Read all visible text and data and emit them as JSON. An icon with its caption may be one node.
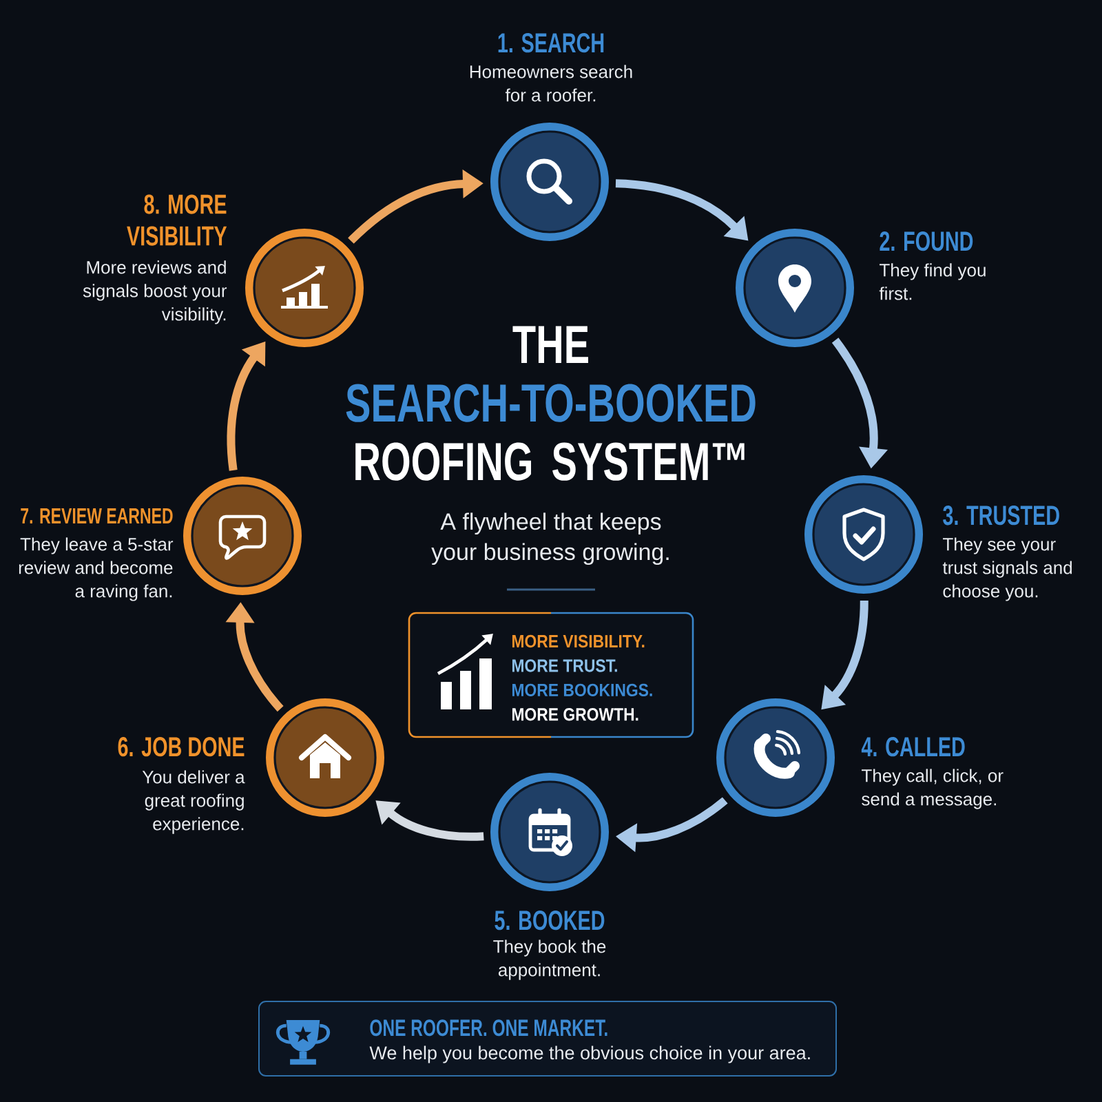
{
  "diagram": {
    "title": "THE SEARCH-TO-BOOKED ROOFING SYSTEM™",
    "nodes": [
      {
        "text": [
          "1. SEARCH",
          "Homeowners search for a roofer."
        ]
      },
      {
        "text": [
          "2. FOUND",
          "They find you first."
        ]
      },
      {
        "text": [
          "3. TRUSTED",
          "They see your trust signals and choose you."
        ]
      },
      {
        "text": [
          "4. CALLED",
          "They call, click, or send a message."
        ]
      },
      {
        "text": [
          "5. BOOKED",
          "They book the appointment."
        ]
      },
      {
        "text": [
          "6. JOB DONE",
          "You deliver a great roofing experience."
        ]
      },
      {
        "text": [
          "7. REVIEW EARNED",
          "They leave a 5-star review and become a raving fan."
        ]
      },
      {
        "text": [
          "8. MORE VISIBILITY",
          "More reviews and signals boost your visibility."
        ]
      },
      {
        "text": [
          "MORE VISIBILITY.",
          "MORE TRUST.",
          "MORE BOOKINGS.",
          "MORE GROWTH."
        ]
      },
      {
        "text": [
          "ONE ROOFER. ONE MARKET.",
          "We help you become the obvious choice in your area."
        ]
      }
    ],
    "edges": [
      {
        "from": 0,
        "to": 1,
        "arrow": "to"
      },
      {
        "from": 1,
        "to": 2,
        "arrow": "to"
      },
      {
        "from": 2,
        "to": 3,
        "arrow": "to"
      },
      {
        "from": 3,
        "to": 4,
        "arrow": "to"
      },
      {
        "from": 4,
        "to": 5,
        "arrow": "to",
        "color": "#d5dbe2"
      },
      {
        "from": 5,
        "to": 6,
        "arrow": "to",
        "color": "#eda660"
      },
      {
        "from": 6,
        "to": 7,
        "arrow": "to",
        "color": "#eda660"
      },
      {
        "from": 7,
        "to": 0,
        "arrow": "to",
        "color": "#eda660"
      }
    ],
    "labels": [
      "A flywheel that keeps your business growing."
    ]
  }
}
